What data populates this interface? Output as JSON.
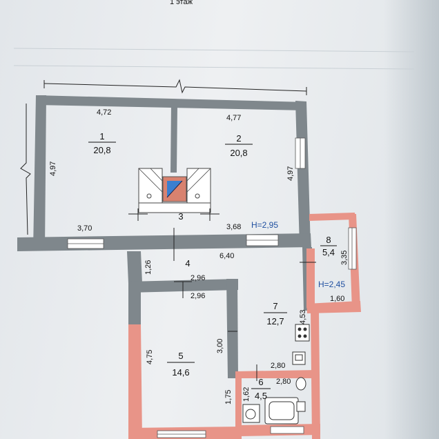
{
  "header": {
    "floor_title": "1 этаж"
  },
  "rooms": [
    {
      "number": "1",
      "area": "20,8"
    },
    {
      "number": "2",
      "area": "20,8"
    },
    {
      "number": "3",
      "area": ""
    },
    {
      "number": "4",
      "area": ""
    },
    {
      "number": "5",
      "area": "14,6"
    },
    {
      "number": "6",
      "area": "4,5"
    },
    {
      "number": "7",
      "area": "12,7"
    },
    {
      "number": "8",
      "area": "5,4"
    }
  ],
  "heights": {
    "main": "H=2,95",
    "annex": "H=2,45"
  },
  "dimensions": {
    "r1_top": "4,72",
    "r1_left": "4,97",
    "r1_bottom": "3,70",
    "r2_top": "4,77",
    "r2_right": "4,97",
    "r2_bottom": "3,68",
    "r4_width": "6,40",
    "r4_height": "1,26",
    "hall_a": "2,96",
    "hall_b": "2,96",
    "r5_left": "4,75",
    "r5_right": "3,00",
    "r7_side": "4,53",
    "r7_bottom": "2,80",
    "r6_top": "2,80",
    "r6_left": "1,62",
    "r6_out": "1,75",
    "r8_side": "3,35",
    "r8_bottom": "1,60"
  },
  "colors": {
    "wall": "#7f878c",
    "new_wall": "#e89488",
    "chimney": "#d8826f",
    "window": "#ffffff",
    "height_text": "#1f4fa0"
  }
}
